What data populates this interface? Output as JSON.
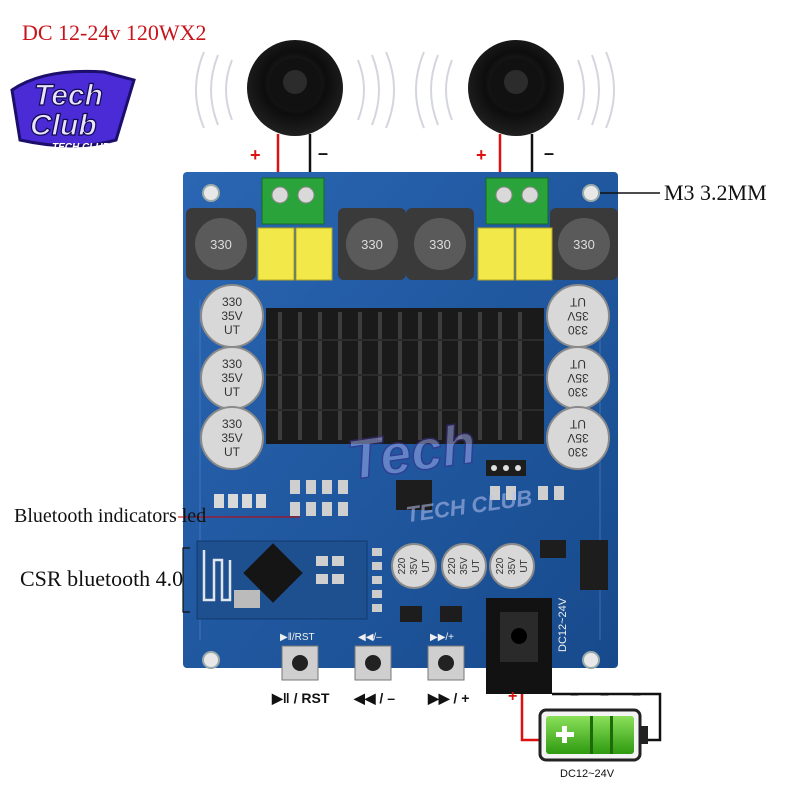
{
  "title": "DC 12-24v 120WX2",
  "logo": {
    "line1": "Tech",
    "line2": "Club",
    "sub": "TECH CLUB"
  },
  "callouts": {
    "mount_hole": "M3 3.2MM",
    "bt_led": "Bluetooth indicators led",
    "bt_module": "CSR bluetooth 4.0"
  },
  "speaker_terminals": {
    "plus": "+",
    "minus": "–"
  },
  "board": {
    "inductor_label": "330",
    "cap_large": {
      "v1": "330",
      "v2": "35V",
      "v3": "UT"
    },
    "cap_small": {
      "v1": "220",
      "v2": "35V",
      "v3": "UT"
    },
    "dc_jack_label": "DC12~24V",
    "btn_silk": [
      "▶‖/RST",
      "◀◀/–",
      "▶▶/+"
    ]
  },
  "buttons": {
    "play_rst": "▶‖ / RST",
    "prev": "◀◀ / –",
    "next": "▶▶ / +"
  },
  "battery": {
    "label": "DC12~24V",
    "plus": "+",
    "minus": "–"
  },
  "colors": {
    "board": "#1f5aa3",
    "title": "#c8141c",
    "battery": "#4fc41c"
  }
}
